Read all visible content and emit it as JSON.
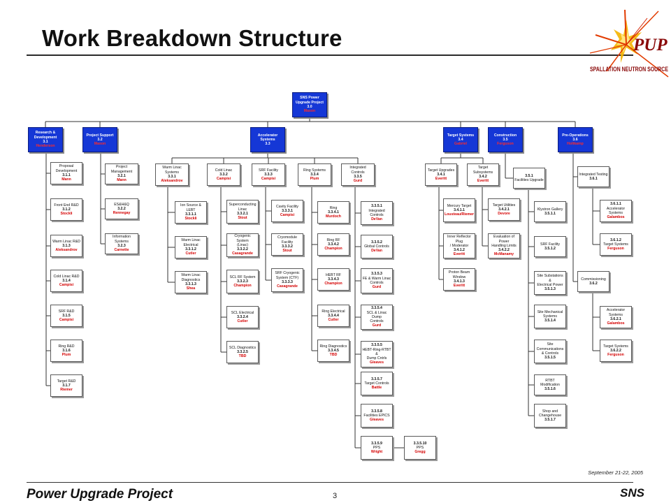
{
  "title": "Work Breakdown Structure",
  "logo": {
    "text": "PUP",
    "subtitle": "SPALLATION NEUTRON SOURCE"
  },
  "footer": {
    "left": "Power Upgrade Project",
    "page": "3",
    "right": "SNS",
    "date": "September 21-22, 2005"
  },
  "colors": {
    "level_box": "#1537d6",
    "lead_text": "#d40000"
  },
  "nodes": [
    {
      "id": "root",
      "parent": null,
      "lines": [
        "SNS Power",
        "Upgrade Project",
        "3.0"
      ],
      "lead": "Mason"
    },
    {
      "id": "rd",
      "parent": "root",
      "lines": [
        "Research &",
        "Development",
        "3.1"
      ],
      "lead": "Henderson"
    },
    {
      "id": "ps",
      "parent": "root",
      "lines": [
        "Project Support",
        "3.2"
      ],
      "lead": "Mason"
    },
    {
      "id": "as",
      "parent": "root",
      "lines": [
        "Accelerator",
        "Systems",
        "3.3"
      ],
      "lead": ""
    },
    {
      "id": "ts",
      "parent": "root",
      "lines": [
        "Target Systems",
        "3.4"
      ],
      "lead": "Gabriel"
    },
    {
      "id": "con",
      "parent": "root",
      "lines": [
        "Construction",
        "3.5"
      ],
      "lead": "Ferguson"
    },
    {
      "id": "po",
      "parent": "root",
      "lines": [
        "Pre-Operations",
        "3.6"
      ],
      "lead": "Holtkamp"
    },
    {
      "id": "r1",
      "parent": "rd",
      "lines": [
        "Proposal",
        "Development",
        "3.1.1"
      ],
      "lead": "Mann"
    },
    {
      "id": "r2",
      "parent": "rd",
      "lines": [
        "Front End R&D",
        "3.1.2"
      ],
      "lead": "Stockli"
    },
    {
      "id": "r3",
      "parent": "rd",
      "lines": [
        "Warm Linac R&D",
        "3.1.3"
      ],
      "lead": "Aleksandrov"
    },
    {
      "id": "r4",
      "parent": "rd",
      "lines": [
        "Cold Linac R&D",
        "3.1.4"
      ],
      "lead": "Campisi"
    },
    {
      "id": "r5",
      "parent": "rd",
      "lines": [
        "SRF R&D",
        "3.1.5"
      ],
      "lead": "Campisi"
    },
    {
      "id": "r6",
      "parent": "rd",
      "lines": [
        "Ring R&D",
        "3.1.6"
      ],
      "lead": "Plum"
    },
    {
      "id": "r7",
      "parent": "rd",
      "lines": [
        "Target R&D",
        "3.1.7"
      ],
      "lead": "Riemer"
    },
    {
      "id": "p1",
      "parent": "ps",
      "lines": [
        "Project Management",
        "3.2.1"
      ],
      "lead": "Mann"
    },
    {
      "id": "p2",
      "parent": "ps",
      "lines": [
        "ES&H&Q",
        "3.2.2"
      ],
      "lead": "Rennegay"
    },
    {
      "id": "p3",
      "parent": "ps",
      "lines": [
        "Information Systems",
        "3.2.3"
      ],
      "lead": "Carnette"
    },
    {
      "id": "a1",
      "parent": "as",
      "lines": [
        "Warm Linac",
        "Systems",
        "3.3.1"
      ],
      "lead": "Aleksandrov"
    },
    {
      "id": "a2",
      "parent": "as",
      "lines": [
        "Cold Linac",
        "3.3.2"
      ],
      "lead": "Campisi"
    },
    {
      "id": "a3",
      "parent": "as",
      "lines": [
        "SRF Facility",
        "3.3.3"
      ],
      "lead": "Campisi"
    },
    {
      "id": "a4",
      "parent": "as",
      "lines": [
        "Ring Systems",
        "3.3.4"
      ],
      "lead": "Plum"
    },
    {
      "id": "a5",
      "parent": "as",
      "lines": [
        "Integrated Controls",
        "3.3.5"
      ],
      "lead": "Gurd"
    },
    {
      "id": "a11",
      "parent": "a1",
      "lines": [
        "Ion Source & LEBT",
        "3.3.1.1"
      ],
      "lead": "Stockli"
    },
    {
      "id": "a12",
      "parent": "a1",
      "lines": [
        "Warm Linac",
        "Electrical",
        "3.3.1.2"
      ],
      "lead": "Cutler"
    },
    {
      "id": "a13",
      "parent": "a1",
      "lines": [
        "Warm Linac",
        "Diagnostics",
        "3.3.1.3"
      ],
      "lead": "Shea"
    },
    {
      "id": "a21",
      "parent": "a2",
      "lines": [
        "Superconducting",
        "Linac",
        "3.3.2.1"
      ],
      "lead": "Stout"
    },
    {
      "id": "a22",
      "parent": "a2",
      "lines": [
        "Cryogenic System",
        "(Linac)",
        "3.3.2.2"
      ],
      "lead": "Casagrande"
    },
    {
      "id": "a23",
      "parent": "a2",
      "lines": [
        "SCL RF System",
        "3.3.2.3"
      ],
      "lead": "Champion"
    },
    {
      "id": "a24",
      "parent": "a2",
      "lines": [
        "SCL Electrical",
        "3.3.2.4"
      ],
      "lead": "Cutler"
    },
    {
      "id": "a25",
      "parent": "a2",
      "lines": [
        "SCL Diagnostics",
        "3.3.2.5"
      ],
      "lead": "TBD"
    },
    {
      "id": "a31",
      "parent": "a3",
      "lines": [
        "Cavity Facility",
        "3.3.3.1"
      ],
      "lead": "Campisi"
    },
    {
      "id": "a32",
      "parent": "a3",
      "lines": [
        "Cryomodule Facility",
        "3.3.3.2"
      ],
      "lead": "Stout"
    },
    {
      "id": "a33",
      "parent": "a3",
      "lines": [
        "SRF Cryogenic",
        "System (CTF)",
        "3.3.3.3"
      ],
      "lead": "Casagrande"
    },
    {
      "id": "a41",
      "parent": "a4",
      "lines": [
        "Ring",
        "3.3.4.1"
      ],
      "lead": "Murdoch"
    },
    {
      "id": "a42",
      "parent": "a4",
      "lines": [
        "Ring RF",
        "3.3.4.2"
      ],
      "lead": "Champion"
    },
    {
      "id": "a43",
      "parent": "a4",
      "lines": [
        "HEBT RF",
        "3.3.4.3"
      ],
      "lead": "Champion"
    },
    {
      "id": "a44",
      "parent": "a4",
      "lines": [
        "Ring Electrical",
        "3.3.4.4"
      ],
      "lead": "Cutler"
    },
    {
      "id": "a45",
      "parent": "a4",
      "lines": [
        "Ring Diagnostics",
        "3.3.4.5"
      ],
      "lead": "TBD"
    },
    {
      "id": "a51",
      "parent": "a5",
      "lines": [
        "3.3.5.1",
        "Integrated Controls"
      ],
      "lead": "DeVan"
    },
    {
      "id": "a52",
      "parent": "a5",
      "lines": [
        "3.3.5.2",
        "Global Controls"
      ],
      "lead": "DeVan"
    },
    {
      "id": "a53",
      "parent": "a5",
      "lines": [
        "3.3.5.3",
        "FE & Warm Linac",
        "Controls"
      ],
      "lead": "Gurd"
    },
    {
      "id": "a54",
      "parent": "a5",
      "lines": [
        "3.3.5.4",
        "SCL & Linac Dump",
        "Controls"
      ],
      "lead": "Gurd"
    },
    {
      "id": "a55",
      "parent": "a5",
      "lines": [
        "3.3.5.5",
        "HEBT-Ring-RTBT &",
        "Dump Cntrls"
      ],
      "lead": "Gleaves"
    },
    {
      "id": "a57",
      "parent": "a5",
      "lines": [
        "3.3.5.7",
        "Target Controls"
      ],
      "lead": "Battle"
    },
    {
      "id": "a58",
      "parent": "a5",
      "lines": [
        "3.3.5.8",
        "Facilities EPICS"
      ],
      "lead": "Gleaves"
    },
    {
      "id": "a59",
      "parent": "a5",
      "lines": [
        "3.3.5.9",
        "PPS"
      ],
      "lead": "Wright"
    },
    {
      "id": "a510",
      "parent": "a5",
      "lines": [
        "3.3.5.10",
        "PPS"
      ],
      "lead": "Gregg"
    },
    {
      "id": "t1",
      "parent": "ts",
      "lines": [
        "Target Upgrades",
        "3.4.1"
      ],
      "lead": "Everitt"
    },
    {
      "id": "t2",
      "parent": "ts",
      "lines": [
        "Target Subsystems",
        "3.4.2"
      ],
      "lead": "Everitt"
    },
    {
      "id": "t11",
      "parent": "t1",
      "lines": [
        "Mercury Target",
        "3.4.1.1"
      ],
      "lead": "Lousteau/Riemer"
    },
    {
      "id": "t12",
      "parent": "t1",
      "lines": [
        "Inner Reflector Plug",
        "/ Moderator",
        "3.4.1.2"
      ],
      "lead": "Everitt"
    },
    {
      "id": "t13",
      "parent": "t1",
      "lines": [
        "Proton Beam Window",
        "3.4.1.3"
      ],
      "lead": "Everitt"
    },
    {
      "id": "t21",
      "parent": "t2",
      "lines": [
        "Target Utilities",
        "3.4.2.1"
      ],
      "lead": "Devore"
    },
    {
      "id": "t22",
      "parent": "t2",
      "lines": [
        "Evaluation of Power",
        "Handling Limits",
        "3.4.2.2"
      ],
      "lead": "McManamy"
    },
    {
      "id": "c1",
      "parent": "con",
      "lines": [
        "3.5.1",
        "Facilities Upgrade"
      ],
      "lead": ""
    },
    {
      "id": "c11",
      "parent": "c1",
      "lines": [
        "Klystron Gallery",
        "3.5.1.1"
      ],
      "lead": ""
    },
    {
      "id": "c12",
      "parent": "c1",
      "lines": [
        "SRF Facility",
        "3.5.1.2"
      ],
      "lead": ""
    },
    {
      "id": "c13",
      "parent": "c1",
      "lines": [
        "Site Substations &",
        "Electrical Power",
        "3.5.1.3"
      ],
      "lead": ""
    },
    {
      "id": "c14",
      "parent": "c1",
      "lines": [
        "Site Mechanical",
        "Systems",
        "3.5.1.4"
      ],
      "lead": ""
    },
    {
      "id": "c15",
      "parent": "c1",
      "lines": [
        "Site Communications",
        "& Controls",
        "3.5.1.5"
      ],
      "lead": ""
    },
    {
      "id": "c16",
      "parent": "c1",
      "lines": [
        "RTBT Modification",
        "3.5.1.6"
      ],
      "lead": ""
    },
    {
      "id": "c17",
      "parent": "c1",
      "lines": [
        "Shop and",
        "Changehouse",
        "3.5.1.7"
      ],
      "lead": ""
    },
    {
      "id": "o1",
      "parent": "po",
      "lines": [
        "Integrated Testing",
        "3.6.1"
      ],
      "lead": ""
    },
    {
      "id": "o11",
      "parent": "o1",
      "lines": [
        "3.6.1.1",
        "Accelerator Systems"
      ],
      "lead": "Galambos"
    },
    {
      "id": "o12",
      "parent": "o1",
      "lines": [
        "3.6.1.2",
        "Target Systems"
      ],
      "lead": "Ferguson"
    },
    {
      "id": "o2",
      "parent": "po",
      "lines": [
        "Commissioning",
        "3.6.2"
      ],
      "lead": ""
    },
    {
      "id": "o21",
      "parent": "o2",
      "lines": [
        "Accelerator Systems",
        "3.6.2.1"
      ],
      "lead": "Galambos"
    },
    {
      "id": "o22",
      "parent": "o2",
      "lines": [
        "Target Systems",
        "3.6.2.2"
      ],
      "lead": "Ferguson"
    }
  ]
}
